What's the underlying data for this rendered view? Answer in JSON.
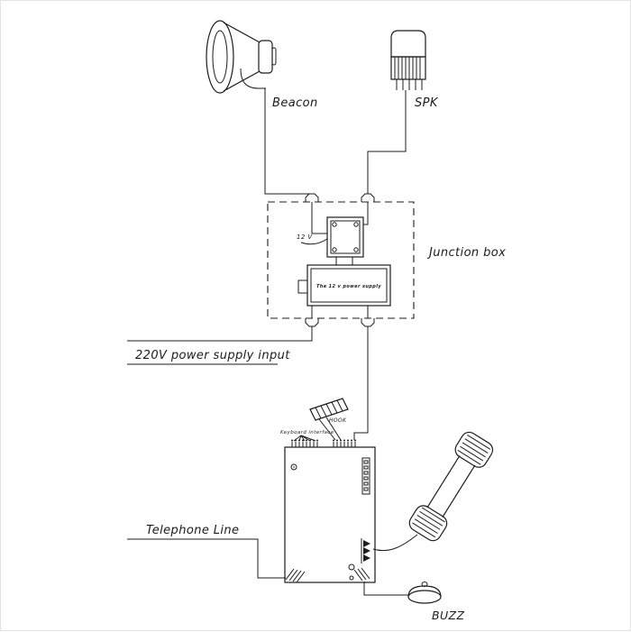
{
  "diagram": {
    "labels": {
      "beacon": "Beacon",
      "spk": "SPK",
      "junction_box": "Junction box",
      "transformer_voltage": "12 V",
      "power_supply": "The 12 v power supply",
      "power_input": "220V power supply input",
      "hook": "HOOK",
      "keyboard_interface": "Keyboard interface",
      "telephone_line": "Telephone Line",
      "buzzer": "BUZZ"
    },
    "colors": {
      "line": "#1c1c1c",
      "background": "#ffffff",
      "frame": "#e3e3e3"
    }
  }
}
